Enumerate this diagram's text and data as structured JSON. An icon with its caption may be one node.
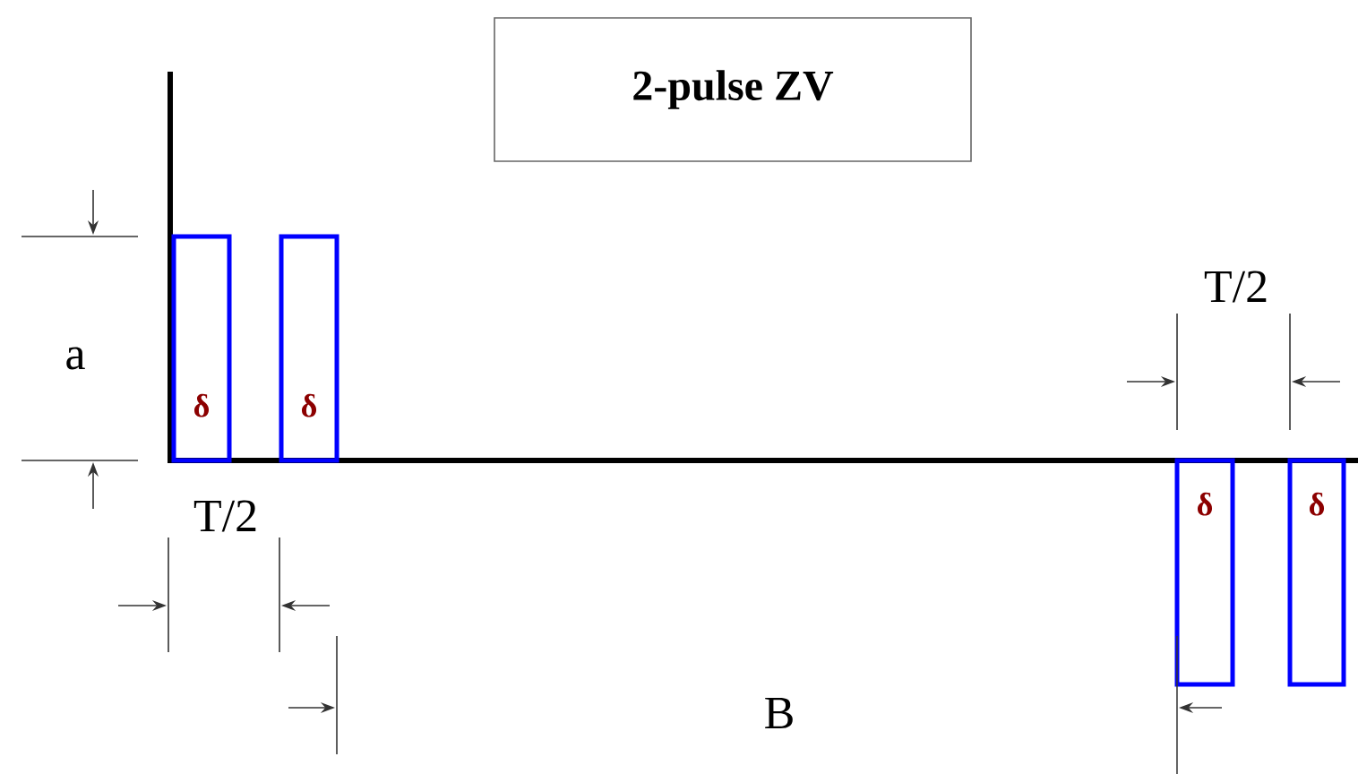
{
  "diagram": {
    "nodes": [
      {
        "text": [
          "2-pulse ZV"
        ]
      },
      {
        "text": [
          "δ"
        ]
      },
      {
        "text": [
          "δ"
        ]
      },
      {
        "text": [
          "δ"
        ]
      },
      {
        "text": [
          "δ"
        ]
      }
    ],
    "labels": [
      "a",
      "T/2",
      "T/2",
      "B"
    ]
  }
}
